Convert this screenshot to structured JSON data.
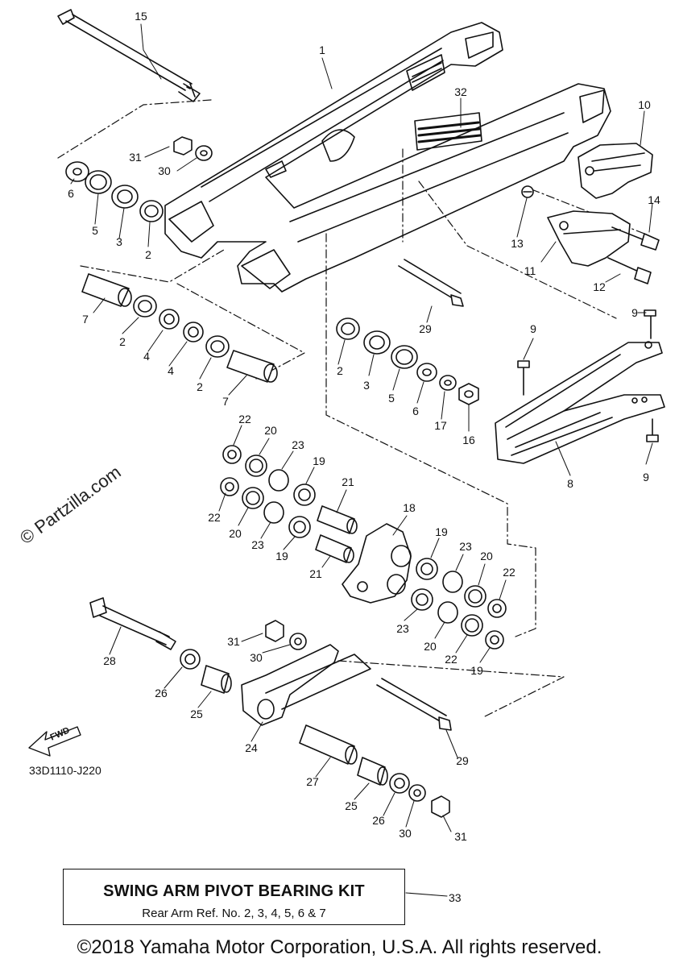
{
  "watermark": "© Partzilla.com",
  "drawing_code": "33D1110-J220",
  "fwd_label": "FWD",
  "kit": {
    "title": "SWING ARM PIVOT BEARING KIT",
    "subtitle": "Rear Arm Ref. No. 2, 3, 4, 5, 6 & 7",
    "ref_number": "33"
  },
  "copyright": "©2018 Yamaha Motor Corporation, U.S.A. All rights reserved.",
  "callouts": [
    "15",
    "1",
    "32",
    "10",
    "31",
    "30",
    "6",
    "5",
    "3",
    "2",
    "14",
    "13",
    "11",
    "12",
    "7",
    "2",
    "4",
    "4",
    "2",
    "7",
    "29",
    "2",
    "3",
    "5",
    "6",
    "17",
    "16",
    "9",
    "9",
    "9",
    "8",
    "22",
    "20",
    "23",
    "19",
    "22",
    "20",
    "23",
    "19",
    "21",
    "18",
    "21",
    "19",
    "23",
    "20",
    "22",
    "23",
    "20",
    "22",
    "19",
    "28",
    "31",
    "30",
    "26",
    "25",
    "24",
    "29",
    "27",
    "25",
    "26",
    "30",
    "31"
  ],
  "labels": {
    "swingarm": "1",
    "chain_guide": "8",
    "chain_puller": "10"
  }
}
